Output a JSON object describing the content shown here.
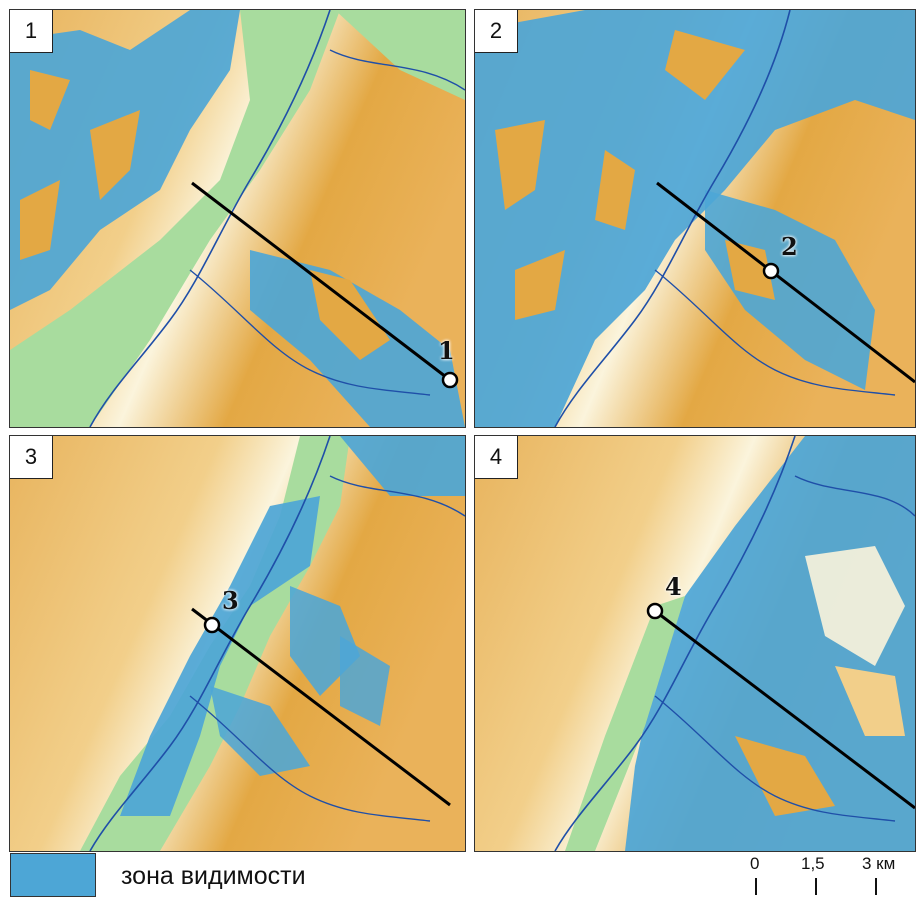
{
  "panels": [
    {
      "label": "1",
      "observer_label": "1"
    },
    {
      "label": "2",
      "observer_label": "2"
    },
    {
      "label": "3",
      "observer_label": "3"
    },
    {
      "label": "4",
      "observer_label": "4"
    }
  ],
  "legend": {
    "visibility_zone": "зона видимости",
    "color": "#4da6d6"
  },
  "scale": {
    "ticks": [
      "0",
      "1,5",
      "3 км"
    ]
  },
  "colors": {
    "lowland": "#a8dc9e",
    "highland": "#e3a844",
    "ridge": "#fbf4dc",
    "visible": "#4da6d6",
    "river": "#1f4fa8"
  }
}
